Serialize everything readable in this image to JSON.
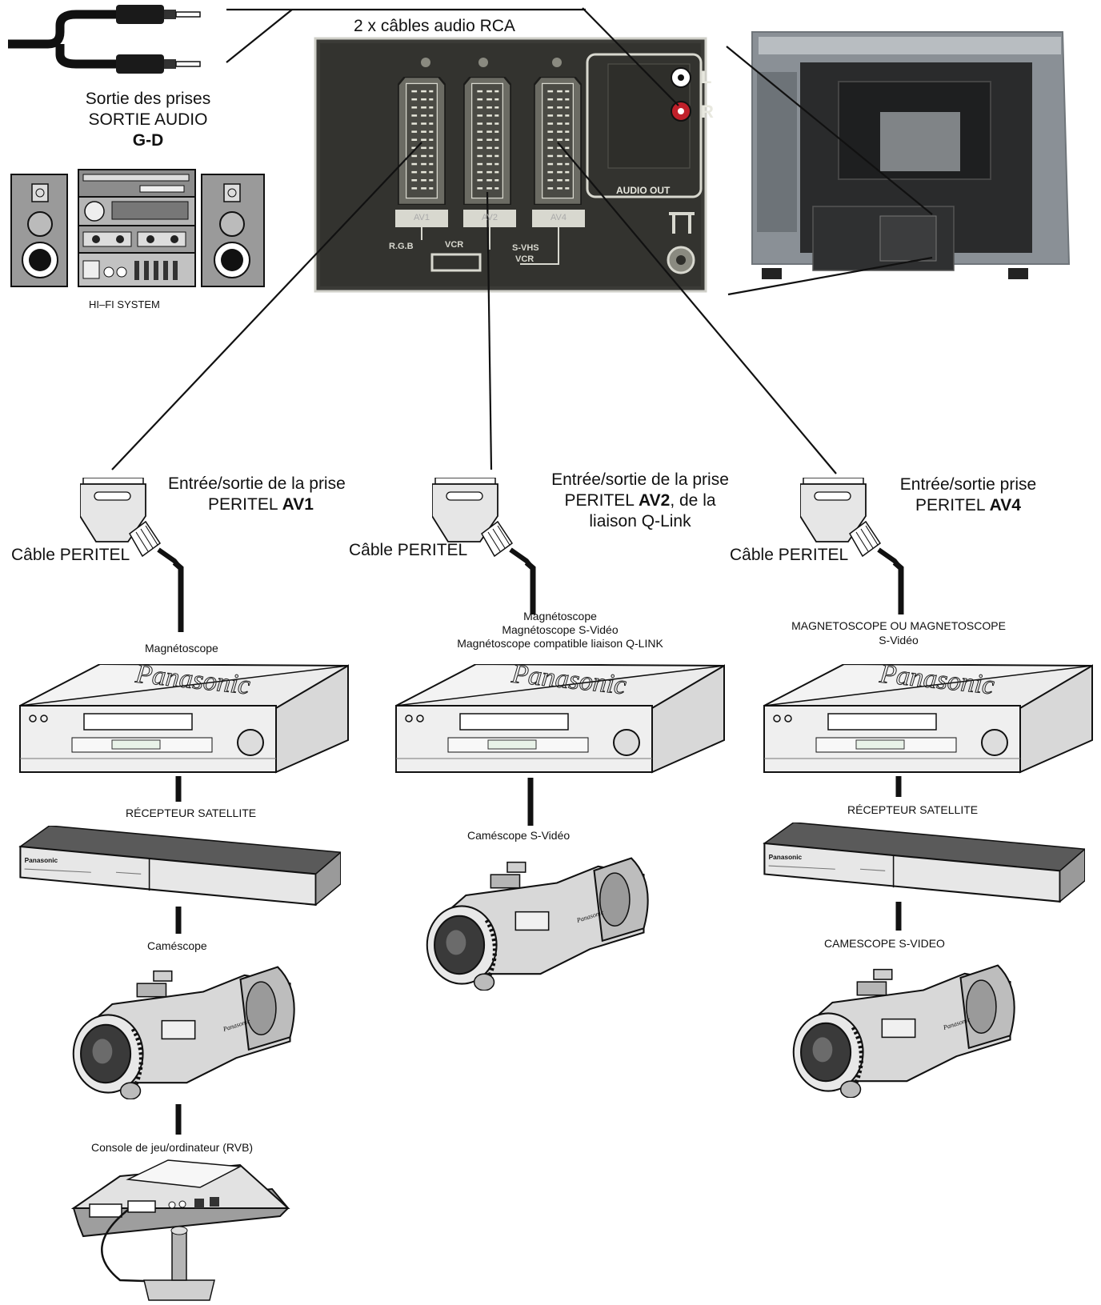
{
  "rca": {
    "label": "2 x câbles audio RCA"
  },
  "audio_out": {
    "line1": "Sortie des prises",
    "line2": "SORTIE AUDIO",
    "line3": "G-D"
  },
  "hifi": {
    "label": "HI–FI SYSTEM"
  },
  "panel": {
    "jack_l": "L",
    "jack_r": "R",
    "audio_out_label": "AUDIO OUT",
    "scart_labels": [
      "AV1",
      "AV2",
      "AV4"
    ],
    "rgb_label": "R.G.B",
    "vcr_label": "VCR",
    "svhs_label": "S-VHS",
    "svhs_vcr_label": "VCR"
  },
  "columns": [
    {
      "port_line1": "Entrée/sortie de la prise",
      "port_line2_prefix": "PERITEL ",
      "port_line2_bold": "AV1",
      "cable_label": "Câble PERITEL",
      "devices": [
        "Magnétoscope",
        "RÉCEPTEUR SATELLITE",
        "Caméscope",
        "Console de jeu/ordinateur (RVB)"
      ]
    },
    {
      "port_line1": "Entrée/sortie de la prise",
      "port_line2_prefix": "PERITEL ",
      "port_line2_bold": "AV2",
      "port_line2_suffix": ", de la",
      "port_line3": "liaison Q-Link",
      "cable_label": "Câble PERITEL",
      "vcr_lines": [
        "Magnétoscope",
        "Magnétoscope S-Vidéo",
        "Magnétoscope compatible liaison Q-LINK"
      ],
      "devices": [
        "Caméscope S-Vidéo"
      ]
    },
    {
      "port_line1": "Entrée/sortie prise",
      "port_line2_prefix": "PERITEL ",
      "port_line2_bold": "AV4",
      "cable_label": "Câble PERITEL",
      "vcr_lines": [
        "MAGNETOSCOPE OU MAGNETOSCOPE",
        "S-Vidéo"
      ],
      "devices": [
        "RÉCEPTEUR SATELLITE",
        "CAMESCOPE S-VIDEO"
      ]
    }
  ],
  "vcr_brand": "Panasonic",
  "colors": {
    "panel": "#3b3b37",
    "tv_body": "#2a2b2c",
    "tv_grey": "#8a9096",
    "rca_red": "#c0202a",
    "device_fill": "#e9e9e9"
  }
}
